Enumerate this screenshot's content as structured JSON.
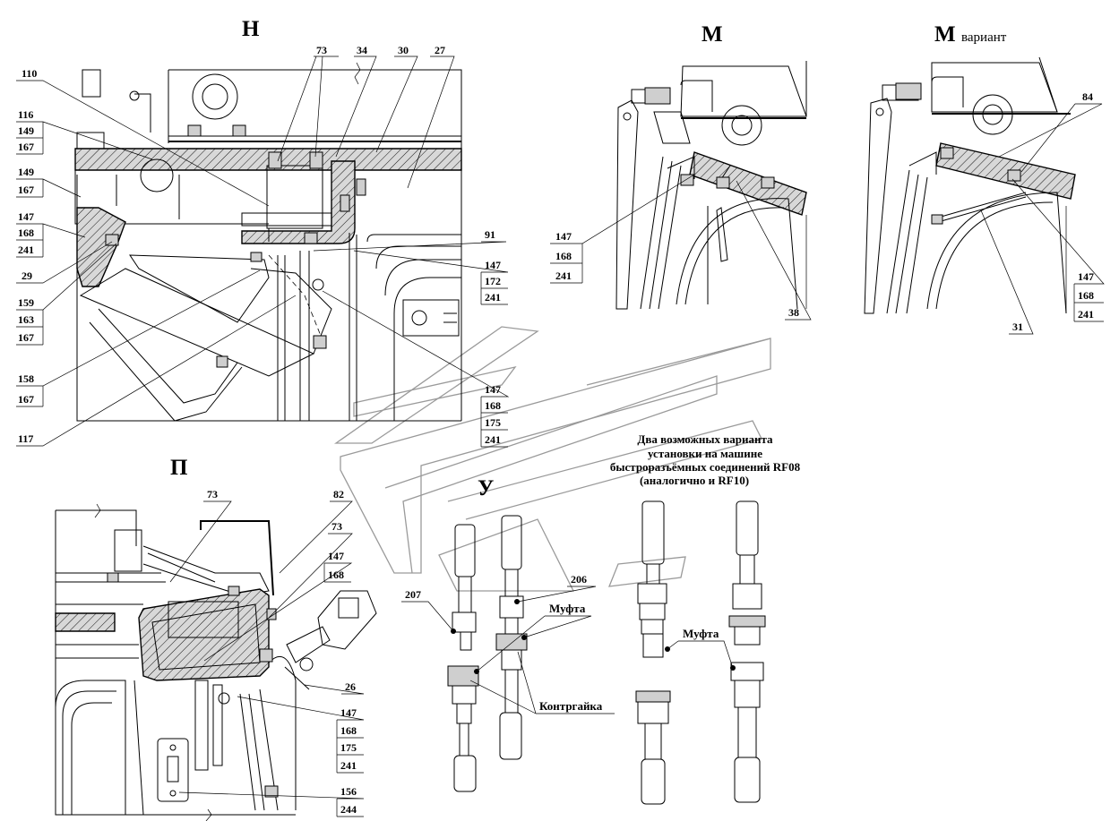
{
  "views": {
    "H": {
      "title": "Н"
    },
    "M": {
      "title": "М"
    },
    "M_variant": {
      "title": "М",
      "suffix": "вариант"
    },
    "P": {
      "title": "П"
    },
    "U": {
      "title": "У"
    }
  },
  "note": {
    "lines": [
      "Два возможных варианта",
      "установки на машине",
      "быстроразъёмных соединений RF08",
      "(аналогично и RF10)"
    ]
  },
  "labels": {
    "h_73": "73",
    "h_34": "34",
    "h_30": "30",
    "h_27": "27",
    "h_110": "110",
    "h_116": "116",
    "h_149a": "149",
    "h_167a": "167",
    "h_149b": "149",
    "h_167b": "167",
    "h_147a": "147",
    "h_168a": "168",
    "h_241a": "241",
    "h_29": "29",
    "h_159": "159",
    "h_163": "163",
    "h_167c": "167",
    "h_158": "158",
    "h_167d": "167",
    "h_117": "117",
    "h_91": "91",
    "h_147b": "147",
    "h_172": "172",
    "h_241b": "241",
    "h_147c": "147",
    "h_168c": "168",
    "h_175": "175",
    "h_241c": "241",
    "m_147": "147",
    "m_168": "168",
    "m_241": "241",
    "m_38": "38",
    "mv_84": "84",
    "mv_147": "147",
    "mv_168": "168",
    "mv_241": "241",
    "mv_31": "31",
    "p_73a": "73",
    "p_82": "82",
    "p_73b": "73",
    "p_147a": "147",
    "p_168a": "168",
    "p_26": "26",
    "p_147b": "147",
    "p_168b": "168",
    "p_175": "175",
    "p_241": "241",
    "p_156": "156",
    "p_244": "244",
    "u_207": "207",
    "u_206": "206",
    "u_mufta1": "Муфта",
    "u_kontr": "Контргайка",
    "u_mufta2": "Муфта"
  }
}
